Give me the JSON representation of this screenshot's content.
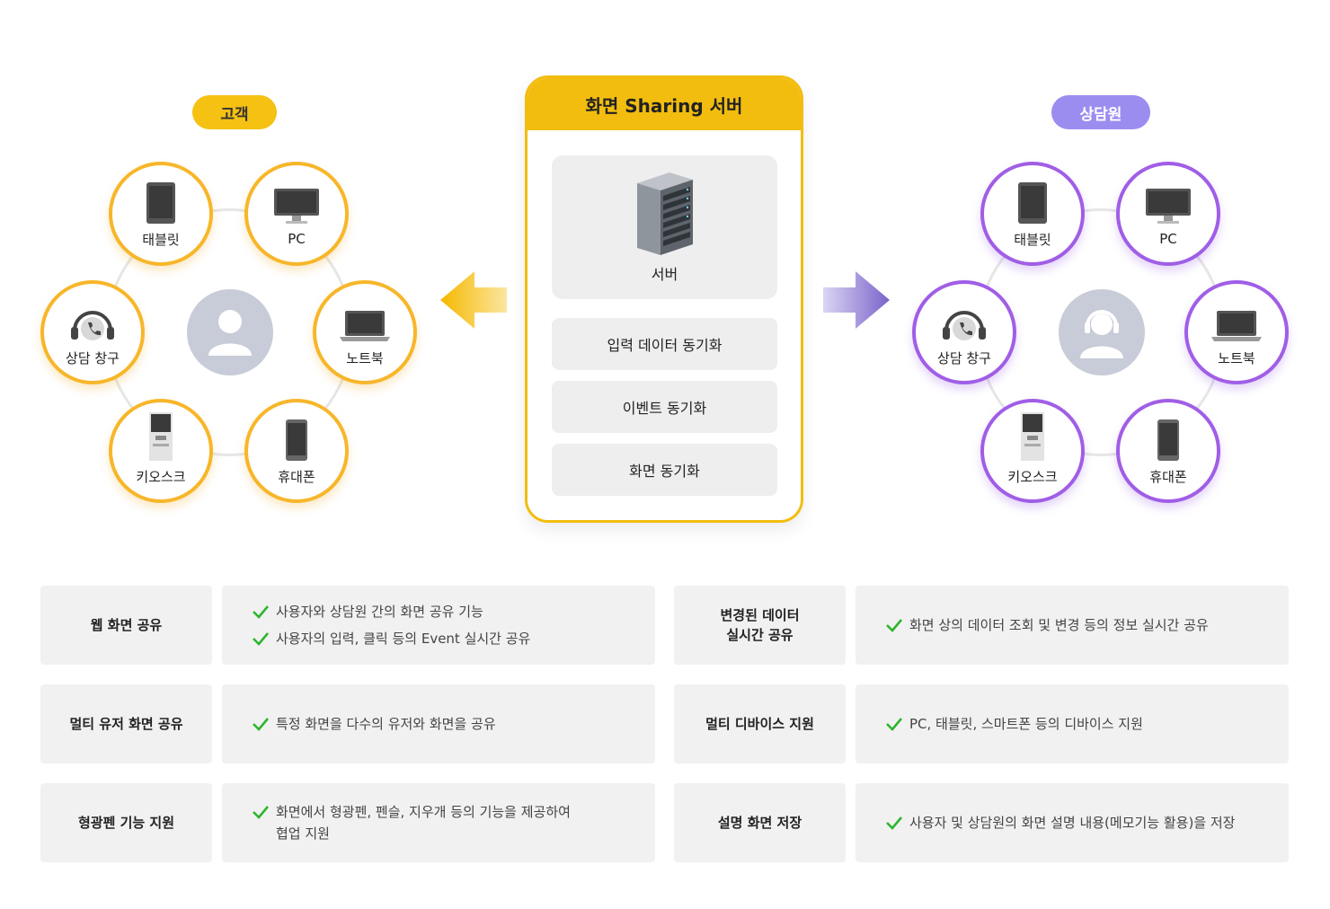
{
  "customer": {
    "label": "고객",
    "nodes": {
      "tablet": "태블릿",
      "pc": "PC",
      "counter": "상담 창구",
      "laptop": "노트북",
      "kiosk": "키오스크",
      "phone": "휴대폰"
    }
  },
  "agent": {
    "label": "상담원",
    "nodes": {
      "tablet": "태블릿",
      "pc": "PC",
      "counter": "상담 창구",
      "laptop": "노트북",
      "kiosk": "키오스크",
      "phone": "휴대폰"
    }
  },
  "server": {
    "title": "화면 Sharing 서버",
    "server_label": "서버",
    "sync": [
      "입력 데이터 동기화",
      "이벤트 동기화",
      "화면 동기화"
    ]
  },
  "features": [
    {
      "title": "웹 화면 공유",
      "lines": [
        "사용자와 상담원 간의 화면 공유 기능",
        "사용자의 입력, 클릭 등의 Event 실시간 공유"
      ]
    },
    {
      "title_lines": [
        "변경된 데이터",
        "실시간 공유"
      ],
      "lines": [
        "화면 상의 데이터 조회 및 변경 등의 정보 실시간 공유"
      ]
    },
    {
      "title": "멀티 유저 화면 공유",
      "lines": [
        "특정 화면을 다수의 유저와 화면을 공유"
      ]
    },
    {
      "title": "멀티 디바이스 지원",
      "lines": [
        "PC, 태블릿, 스마트폰 등의 디바이스 지원"
      ]
    },
    {
      "title": "형광펜 기능 지원",
      "lines": [
        "화면에서 형광펜, 펜슬, 지우개 등의 기능을 제공하여",
        "협업 지원"
      ]
    },
    {
      "title": "설명 화면 저장",
      "lines": [
        "사용자 및 상담원의 화면 설명 내용(메모기능 활용)을 저장"
      ]
    }
  ],
  "colors": {
    "customer_accent": "#f7b62a",
    "agent_accent": "#a05ee6",
    "server_accent": "#f2bd0f",
    "check": "#2db52d"
  }
}
